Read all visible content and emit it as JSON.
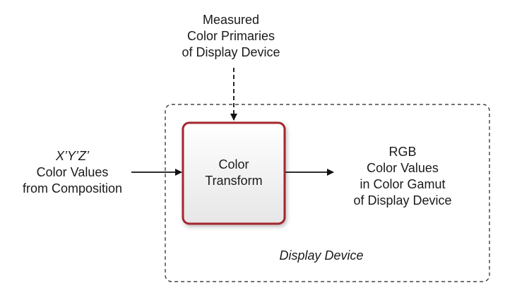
{
  "inputs": {
    "top": {
      "lines": [
        "Measured",
        "Color Primaries",
        "of Display Device"
      ]
    },
    "left": {
      "lines": [
        "X’Y’Z’",
        "Color Values",
        "from Composition"
      ]
    }
  },
  "transform": {
    "lines": [
      "Color",
      "Transform"
    ],
    "border_color": "#a5262d"
  },
  "output": {
    "lines": [
      "RGB",
      "Color Values",
      "in Color Gamut",
      "of Display Device"
    ]
  },
  "container": {
    "label": "Display Device"
  }
}
